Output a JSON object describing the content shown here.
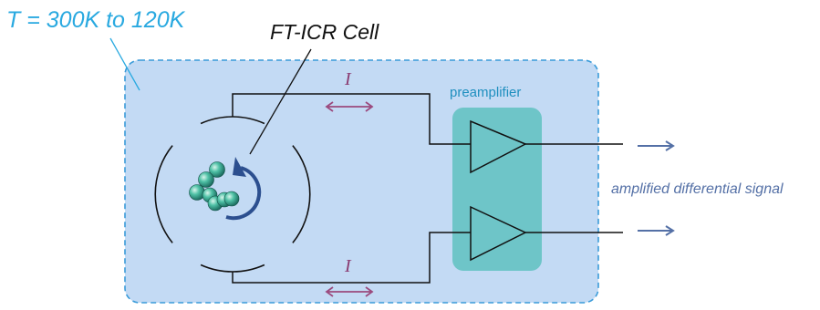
{
  "temperature_label": "T = 300K to 120K",
  "cell_label": "FT-ICR Cell",
  "preamplifier_label": "preamplifier",
  "current_label_top": "I",
  "current_label_bottom": "I",
  "output_label": "amplified differential signal",
  "colors": {
    "cryo_region_fill": "#c3daf4",
    "cryo_region_border": "#3a9bd9",
    "preamp_fill": "#6ec5c8",
    "current_arrow": "#9b4a7e",
    "output_arrow": "#5470a6",
    "ion_cluster": "#3fb59a",
    "orbit_arrow": "#2c4f8f",
    "wire": "#111111"
  },
  "icons": [
    "ion-cluster-icon",
    "orbit-arrow-icon",
    "amplifier-triangle-icon",
    "double-arrow-icon",
    "right-arrow-icon"
  ]
}
